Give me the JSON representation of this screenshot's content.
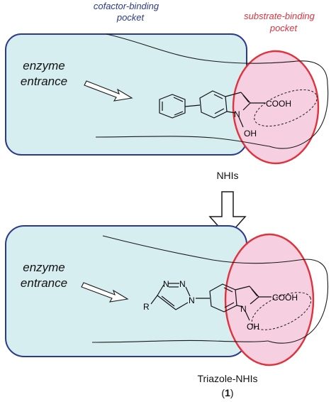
{
  "labels": {
    "cofactor_line1": "cofactor-binding",
    "cofactor_line2": "pocket",
    "substrate_line1": "substrate-binding",
    "substrate_line2": "pocket",
    "top_entrance_line1": "enzyme",
    "top_entrance_line2": "entrance",
    "bottom_entrance_line1": "enzyme",
    "bottom_entrance_line2": "entrance",
    "nhis": "NHIs",
    "triazole_nhis": "Triazole-NHIs",
    "compound_number_open": "(",
    "compound_number": "1",
    "compound_number_close": ")"
  },
  "chem_top": {
    "cooh": "COOH",
    "n": "N",
    "oh": "OH"
  },
  "chem_bottom": {
    "cooh": "COOH",
    "n": "N",
    "oh": "OH",
    "r": "R",
    "n1": "N",
    "n2": "N",
    "n3": "N"
  },
  "colors": {
    "cofactor_pocket_fill": "#d7eef0",
    "cofactor_pocket_stroke": "#2a3a8c",
    "substrate_pocket_fill": "#f6cfe0",
    "substrate_pocket_stroke": "#e0323c",
    "cofactor_label": "#2a3a8c",
    "substrate_label": "#e0323c"
  }
}
